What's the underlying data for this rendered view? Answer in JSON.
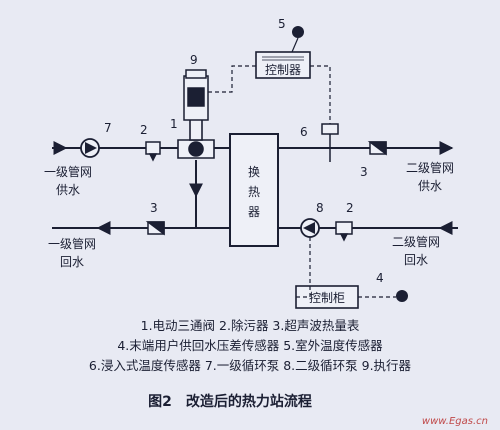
{
  "diagram": {
    "labels": {
      "controller": "控制器",
      "control_cabinet": "控制柜",
      "heat_exchanger": [
        "换",
        "热",
        "器"
      ],
      "primary_supply": [
        "一级管网",
        "供水"
      ],
      "primary_return": [
        "一级管网",
        "回水"
      ],
      "secondary_supply": [
        "二级管网",
        "供水"
      ],
      "secondary_return": [
        "二级管网",
        "回水"
      ]
    },
    "numbers": {
      "n1": "1",
      "n2_top": "2",
      "n2_bottom": "2",
      "n3_top": "3",
      "n3_bottom": "3",
      "n4": "4",
      "n5": "5",
      "n6": "6",
      "n7": "7",
      "n8": "8",
      "n9": "9"
    },
    "legend": [
      "1.电动三通阀 2.除污器 3.超声波热量表",
      "4.末端用户供回水压差传感器 5.室外温度传感器",
      "6.浸入式温度传感器 7.一级循环泵 8.二级循环泵 9.执行器"
    ],
    "caption": "图2　改造后的热力站流程",
    "watermark": "www.Egas.cn"
  }
}
